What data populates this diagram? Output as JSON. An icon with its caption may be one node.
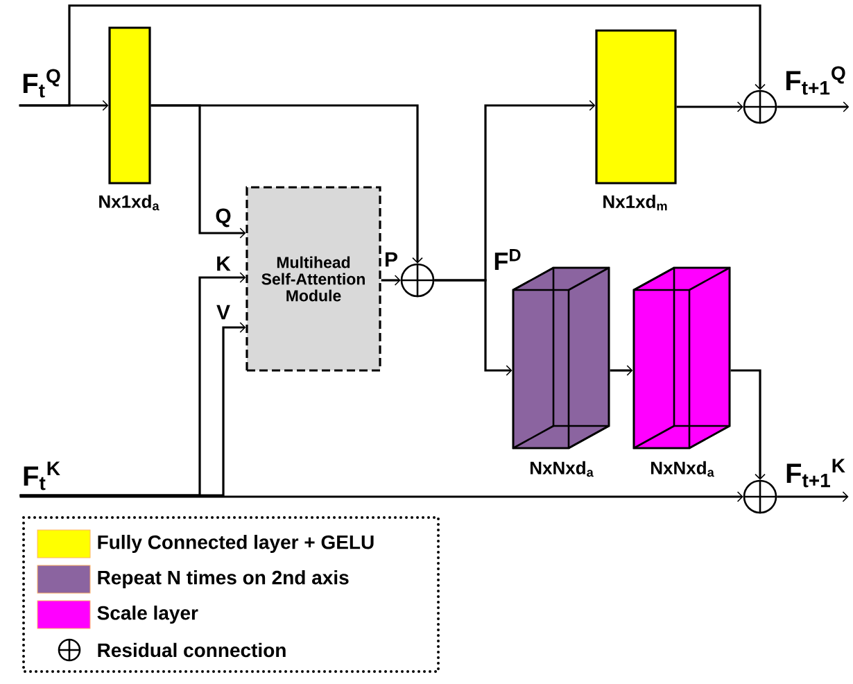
{
  "diagram": {
    "nodes": [
      {
        "text": [
          "F$_{t}$$^{Q}$"
        ]
      },
      {
        "text": [],
        "shape": "box",
        "beside": [
          "Nx1xd$_{a}$"
        ]
      },
      {
        "text": [
          "Multihead Self-Attention Module"
        ]
      },
      {
        "text": [],
        "shape": "circle"
      },
      {
        "text": [],
        "shape": "box",
        "beside": [
          "Nx1xd$_{m}$"
        ]
      },
      {
        "text": [],
        "shape": "circle"
      },
      {
        "text": [
          "F$_{t+1}$$^{Q}$"
        ]
      },
      {
        "text": [],
        "shape": "cuboid",
        "beside": [
          "NxNxd$_{a}$"
        ]
      },
      {
        "text": [],
        "shape": "cuboid",
        "beside": [
          "NxNxd$_{a}$"
        ]
      },
      {
        "text": [
          "F$_{t}$$^{K}$"
        ]
      },
      {
        "text": [],
        "shape": "circle"
      },
      {
        "text": [
          "F$_{t+1}$$^{K}$"
        ]
      }
    ],
    "edges": [
      {
        "from": 0,
        "to": 1,
        "arrow": "to"
      },
      {
        "from": 0,
        "to": 5,
        "arrow": "to"
      },
      {
        "from": 1,
        "to": 2,
        "arrow": "to",
        "label": "Q"
      },
      {
        "from": 1,
        "to": 3,
        "arrow": "to"
      },
      {
        "from": 9,
        "to": 2,
        "arrow": "to",
        "label": "K"
      },
      {
        "from": 9,
        "to": 2,
        "arrow": "to",
        "label": "V"
      },
      {
        "from": 2,
        "to": 3,
        "arrow": "to",
        "label": "P"
      },
      {
        "from": 3,
        "to": 4,
        "arrow": "to"
      },
      {
        "from": 3,
        "to": 7,
        "arrow": "to"
      },
      {
        "from": 4,
        "to": 5,
        "arrow": "to"
      },
      {
        "from": 5,
        "to": 6,
        "arrow": "to"
      },
      {
        "from": 7,
        "to": 8,
        "arrow": "to"
      },
      {
        "from": 8,
        "to": 10,
        "arrow": "to"
      },
      {
        "from": 9,
        "to": 10,
        "arrow": "to"
      },
      {
        "from": 10,
        "to": 11,
        "arrow": "to"
      }
    ],
    "labels": [
      "F$^{D}$"
    ],
    "legend": [
      {
        "text": "Fully Connected layer + GELU",
        "color": "#ffff00"
      },
      {
        "text": "Repeat N times on 2nd axis",
        "color": "#8b64a0"
      },
      {
        "text": "Scale layer",
        "color": "#ff00ff"
      },
      {
        "text": "Residual connection"
      }
    ]
  }
}
